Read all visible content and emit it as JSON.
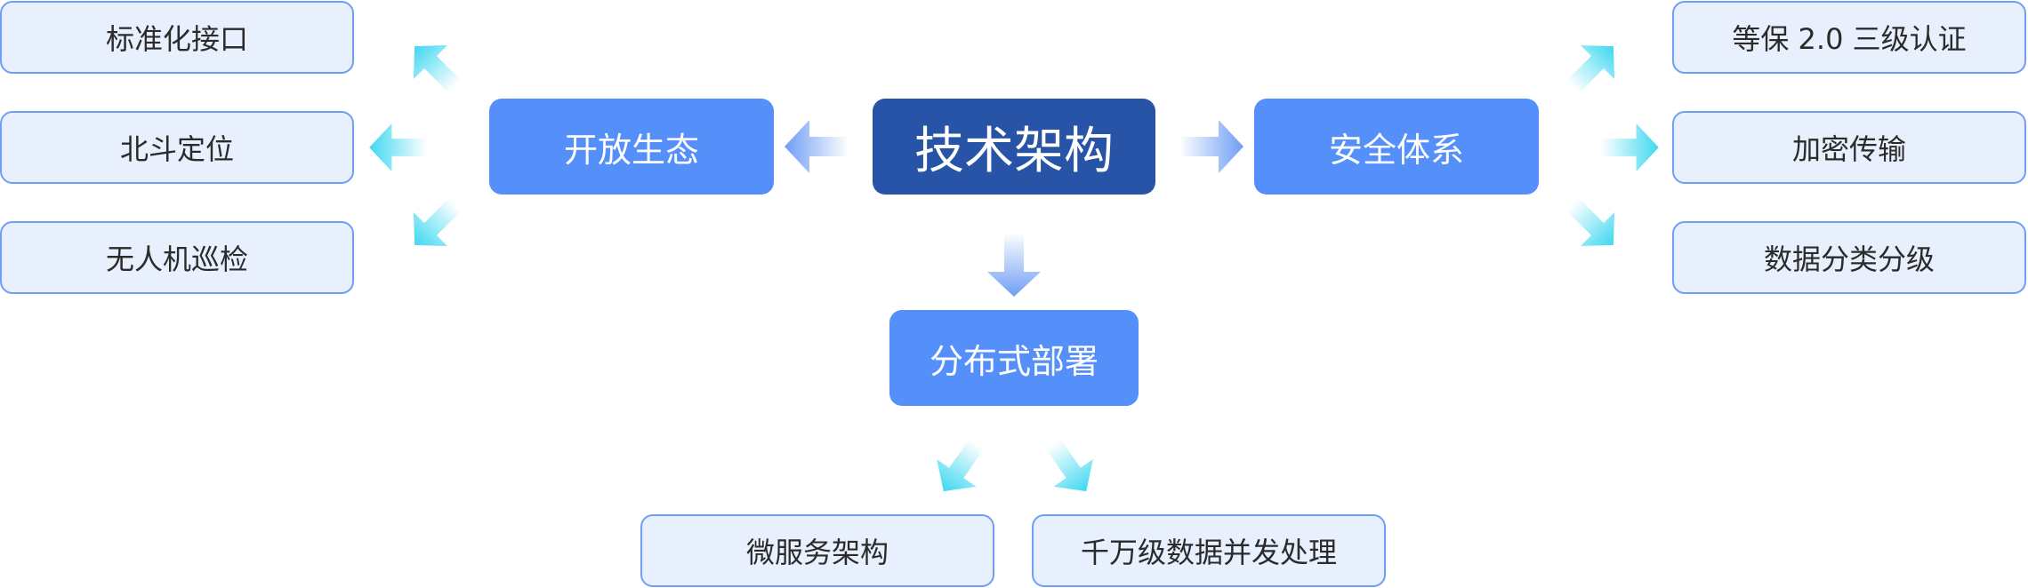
{
  "center": {
    "label": "技术架构"
  },
  "branches": {
    "left": {
      "label": "开放生态"
    },
    "right": {
      "label": "安全体系"
    },
    "bottom": {
      "label": "分布式部署"
    }
  },
  "leaves": {
    "left": [
      "标准化接口",
      "北斗定位",
      "无人机巡检"
    ],
    "right": [
      "等保 2.0 三级认证",
      "加密传输",
      "数据分类分级"
    ],
    "bottom": [
      "微服务架构",
      "千万级数据并发处理"
    ]
  },
  "colors": {
    "core": "#2754a6",
    "branch": "#5590fa",
    "leaf_fill": "#e8f0fd",
    "leaf_border": "#6f9ef5",
    "blue_arrow": "#6f9ef5",
    "cyan_arrow": "#3fd8f0"
  }
}
